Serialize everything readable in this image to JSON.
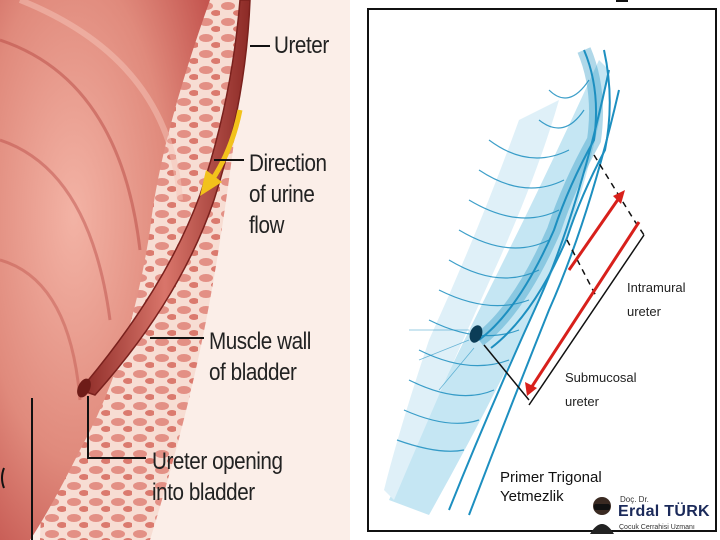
{
  "left_figure": {
    "labels": {
      "ureter": "Ureter",
      "direction": "Direction\nof urine\nflow",
      "muscle_wall": "Muscle wall\nof bladder",
      "opening": "Ureter opening\ninto bladder"
    }
  },
  "right_figure": {
    "labels": {
      "intramural": "Intramural\nureter",
      "submucosal": "Submucosal\nureter"
    },
    "caption": "Primer Trigonal\nYetmezlik"
  },
  "logo": {
    "title": "Doç. Dr.",
    "name": "Erdal TÜRK",
    "subtitle": "Çocuk Cerrahisi Uzmanı"
  },
  "colors": {
    "bladder_tissue": "#c9605a",
    "bladder_light": "#e99b8b",
    "arrow_yellow": "#f2c21b",
    "right_blue": "#1d8fc0",
    "right_arrow_red": "#d8201b"
  }
}
